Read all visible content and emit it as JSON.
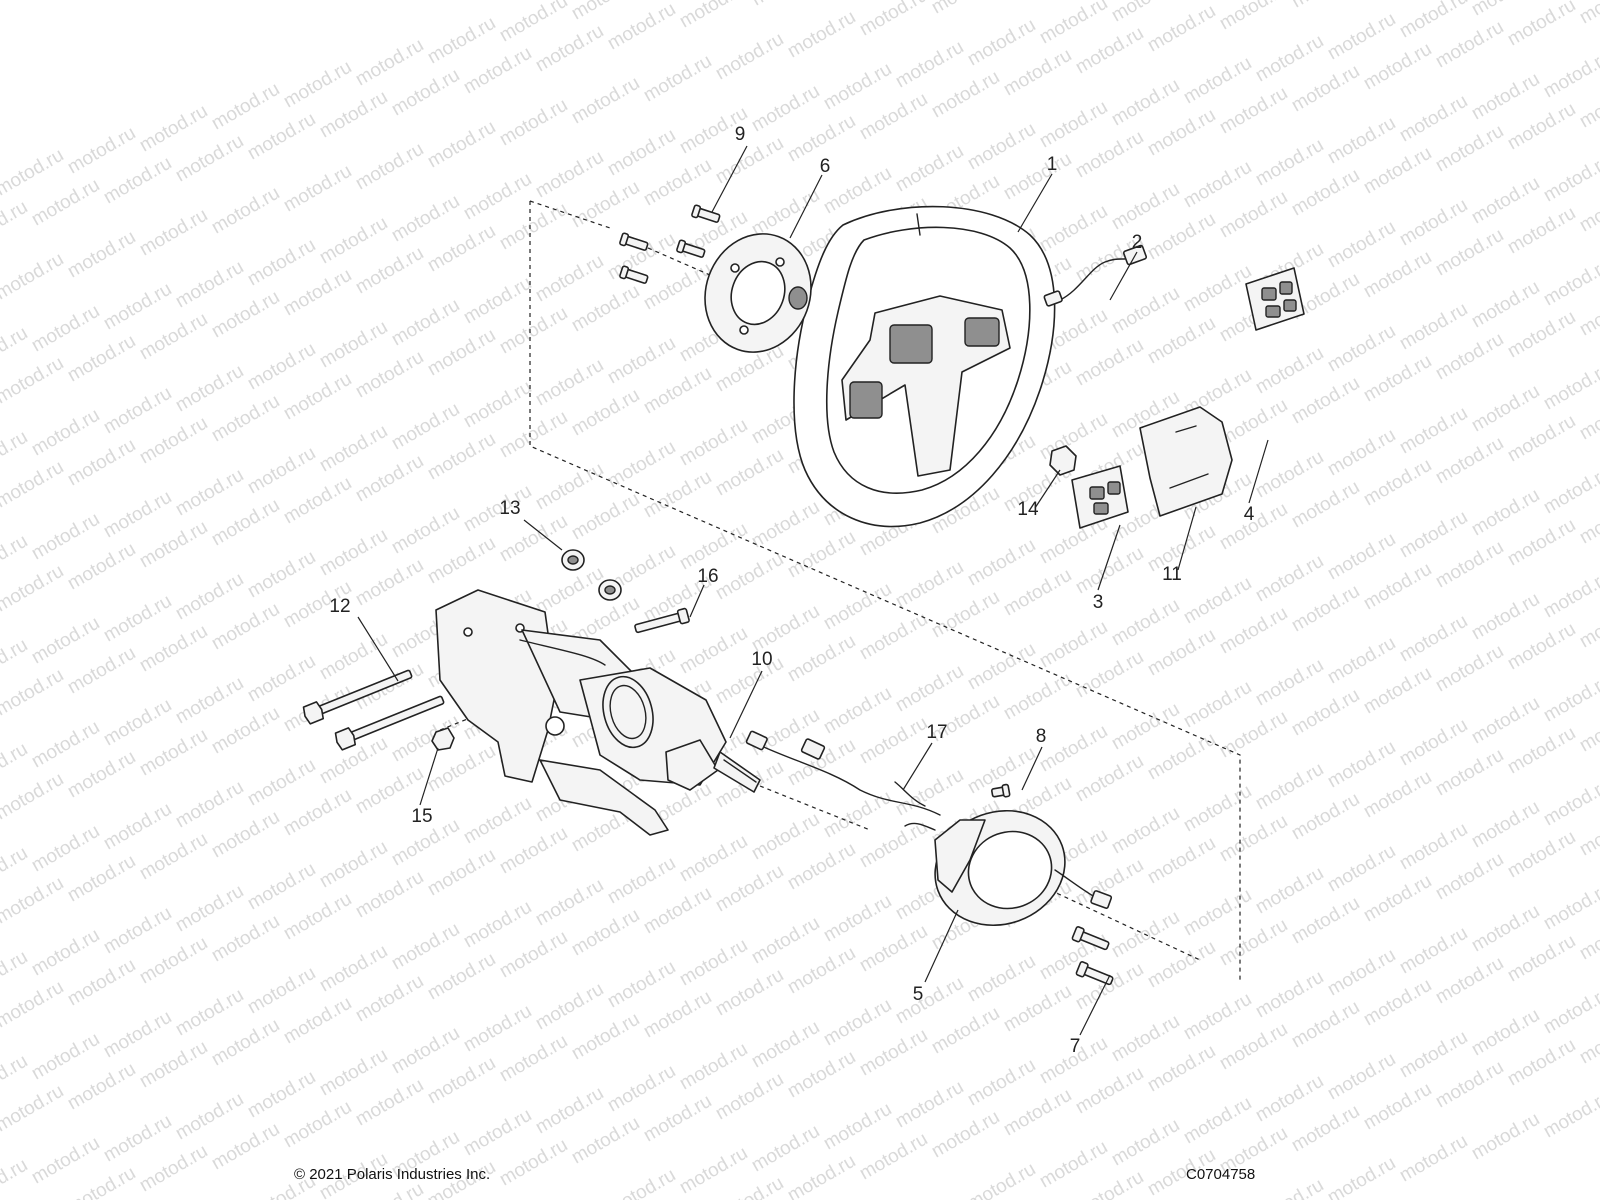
{
  "diagram": {
    "watermark_text": "motod.ru",
    "callouts": [
      {
        "label": "1"
      },
      {
        "label": "2"
      },
      {
        "label": "3"
      },
      {
        "label": "4"
      },
      {
        "label": "5"
      },
      {
        "label": "6"
      },
      {
        "label": "7"
      },
      {
        "label": "8"
      },
      {
        "label": "9"
      },
      {
        "label": "10"
      },
      {
        "label": "11"
      },
      {
        "label": "12"
      },
      {
        "label": "13"
      },
      {
        "label": "14"
      },
      {
        "label": "15"
      },
      {
        "label": "16"
      },
      {
        "label": "17"
      }
    ]
  },
  "footer": {
    "copyright": "© 2021 Polaris Industries Inc.",
    "drawing_id": "C0704758"
  }
}
